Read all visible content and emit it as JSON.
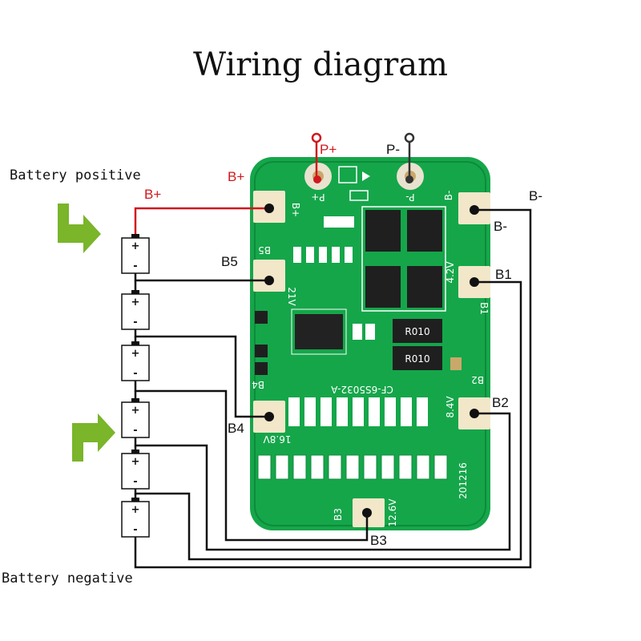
{
  "title": "Wiring diagram",
  "labels": {
    "battery_positive": "Battery positive",
    "battery_negative": "Battery negative",
    "p_plus": "P+",
    "p_minus": "P-",
    "b_plus_top": "B+",
    "b_plus_wire": "B+",
    "b_minus_right": "B-",
    "b_minus_pad": "B-",
    "b1": "B1",
    "b2": "B2",
    "b3": "B3",
    "b4": "B4",
    "b5": "B5"
  },
  "silkscreen": {
    "b_plus": "B+",
    "b_minus": "B-",
    "b5": "B5",
    "b4": "B4",
    "b3": "B3",
    "b2": "B2",
    "b1": "B1",
    "v21": "21V",
    "v4_2": "4.2V",
    "v16_8": "16.8V",
    "v8_4": "8.4V",
    "v12_6": "12.6V",
    "p_plus": "P+",
    "p_minus": "P-",
    "model": "CF-6S5032-A",
    "date": "201216",
    "r1": "R010",
    "r2": "R010"
  },
  "cells": [
    {
      "plus": "+",
      "minus": "-"
    },
    {
      "plus": "+",
      "minus": "-"
    },
    {
      "plus": "+",
      "minus": "-"
    },
    {
      "plus": "+",
      "minus": "-"
    },
    {
      "plus": "+",
      "minus": "-"
    },
    {
      "plus": "+",
      "minus": "-"
    }
  ],
  "colors": {
    "pcb": "#15a64a",
    "pcb_dark": "#0e8a3a",
    "pad": "#f2e7c9",
    "wire": "#111111",
    "wire_red": "#d0181e",
    "arrow": "#7ab52a"
  }
}
